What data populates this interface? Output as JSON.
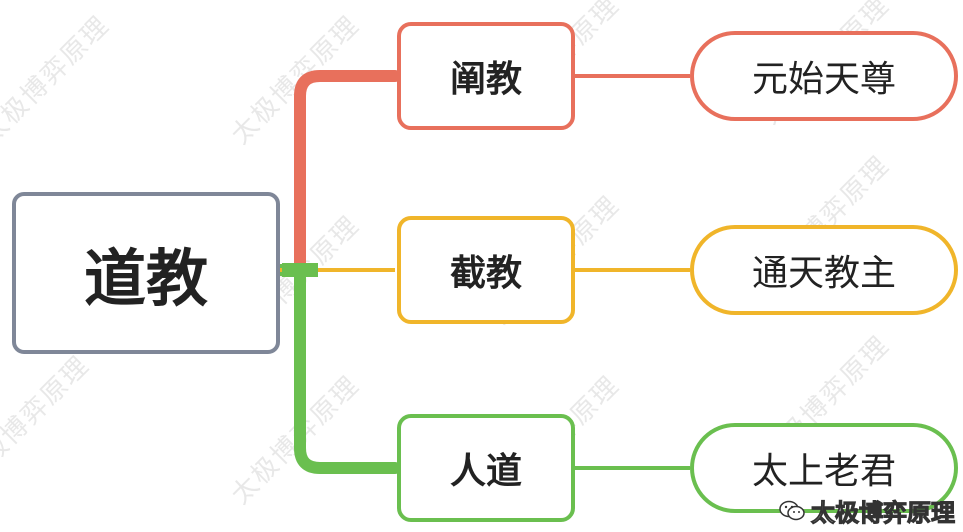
{
  "watermark_text": "太极博弈原理",
  "credit": "太极博弈原理",
  "colors": {
    "root_border": "#7f8798",
    "red": "#e8705c",
    "yellow": "#f0b52a",
    "green": "#6abf4f"
  },
  "root": {
    "label": "道教"
  },
  "branches": [
    {
      "label": "阐教",
      "leaf": "元始天尊",
      "color": "#e8705c"
    },
    {
      "label": "截教",
      "leaf": "通天教主",
      "color": "#f0b52a"
    },
    {
      "label": "人道",
      "leaf": "太上老君",
      "color": "#6abf4f"
    }
  ]
}
